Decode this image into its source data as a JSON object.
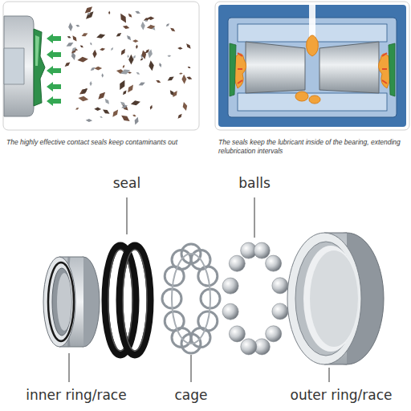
{
  "diagram": {
    "labels": [
      "The highly effective contact seals keep contaminants out",
      "The seals keep the lubricant inside of the bearing, extending relubrication intervals",
      "seal",
      "balls",
      "inner ring/race",
      "cage",
      "outer ring/race"
    ]
  }
}
